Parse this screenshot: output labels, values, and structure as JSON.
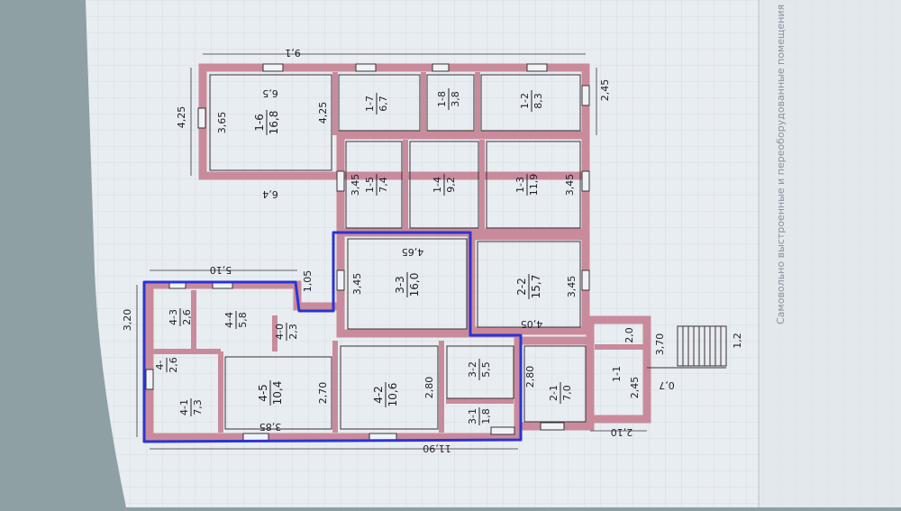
{
  "colors": {
    "paper": "#e9eef2",
    "grid": "#cdd8dc",
    "wall": "#c98b9b",
    "ink": "#1f1f28",
    "highlight": "#2b33d6"
  },
  "plan": {
    "rooms": [
      {
        "id": "1-6",
        "fraction": "1-6",
        "area": "16,8"
      },
      {
        "id": "1-7",
        "fraction": "1-7",
        "area": "6,7"
      },
      {
        "id": "1-8",
        "fraction": "1-8",
        "area": "3,8"
      },
      {
        "id": "1-2",
        "fraction": "1-2",
        "area": "8,3"
      },
      {
        "id": "1-5",
        "fraction": "1-5",
        "area": "7,4"
      },
      {
        "id": "1-4",
        "fraction": "1-4",
        "area": "9,2"
      },
      {
        "id": "1-3",
        "fraction": "1-3",
        "area": "11,9"
      },
      {
        "id": "3-3",
        "fraction": "3-3",
        "area": "16,0"
      },
      {
        "id": "2-2",
        "fraction": "2-2",
        "area": "15,7"
      },
      {
        "id": "4-3",
        "fraction": "4-3",
        "area": "2,6"
      },
      {
        "id": "4-4",
        "fraction": "4-4",
        "area": "5,8"
      },
      {
        "id": "4-0",
        "fraction": "4-0",
        "area": "2,3"
      },
      {
        "id": "4-5",
        "fraction": "4-5",
        "area": "10,4"
      },
      {
        "id": "4-2",
        "fraction": "4-2",
        "area": "10,6"
      },
      {
        "id": "3-2",
        "fraction": "3-2",
        "area": "5,5"
      },
      {
        "id": "3-1",
        "fraction": "3-1",
        "area": "1,8"
      },
      {
        "id": "2-1",
        "fraction": "2-1",
        "area": "7,0"
      },
      {
        "id": "4-1",
        "fraction": "4-1",
        "area": "7,3"
      },
      {
        "id": "4-x",
        "fraction": "4-",
        "area": "2,6"
      },
      {
        "id": "1-1",
        "fraction": "1-1",
        "area": ""
      }
    ],
    "dimensions": [
      {
        "id": "top-width",
        "text": "9,1"
      },
      {
        "id": "top-height",
        "text": "4,25"
      },
      {
        "id": "top-inner-width",
        "text": "6,5"
      },
      {
        "id": "top-inner-height",
        "text": "3,65"
      },
      {
        "id": "top-bottom-width",
        "text": "6,4"
      },
      {
        "id": "mid-height",
        "text": "4,25"
      },
      {
        "id": "corr-height",
        "text": "2,45"
      },
      {
        "id": "room-15-h",
        "text": "3,45"
      },
      {
        "id": "room-13-h",
        "text": "3,45"
      },
      {
        "id": "room-33-h",
        "text": "3,45"
      },
      {
        "id": "room-22-h",
        "text": "3,45"
      },
      {
        "id": "room-22-w",
        "text": "4,05"
      },
      {
        "id": "room-33-w",
        "text": "4,65"
      },
      {
        "id": "left-wing-w",
        "text": "5,10"
      },
      {
        "id": "left-wing-step",
        "text": "1,05"
      },
      {
        "id": "left-wing-h",
        "text": "3,20"
      },
      {
        "id": "room-45-h",
        "text": "2,70"
      },
      {
        "id": "room-45-w",
        "text": "3,85"
      },
      {
        "id": "room-42-h",
        "text": "2,80"
      },
      {
        "id": "room-21-h",
        "text": "2,80"
      },
      {
        "id": "bottom-width",
        "text": "11,90"
      },
      {
        "id": "annex-w",
        "text": "2,10"
      },
      {
        "id": "annex-h1",
        "text": "2,0"
      },
      {
        "id": "annex-h2",
        "text": "2,45"
      },
      {
        "id": "annex-side",
        "text": "3,70"
      },
      {
        "id": "porch-w",
        "text": "1,2"
      },
      {
        "id": "porch-d",
        "text": "0,7"
      }
    ],
    "side_note": "Самовольно выстроенные и переоборудованные помещения"
  }
}
